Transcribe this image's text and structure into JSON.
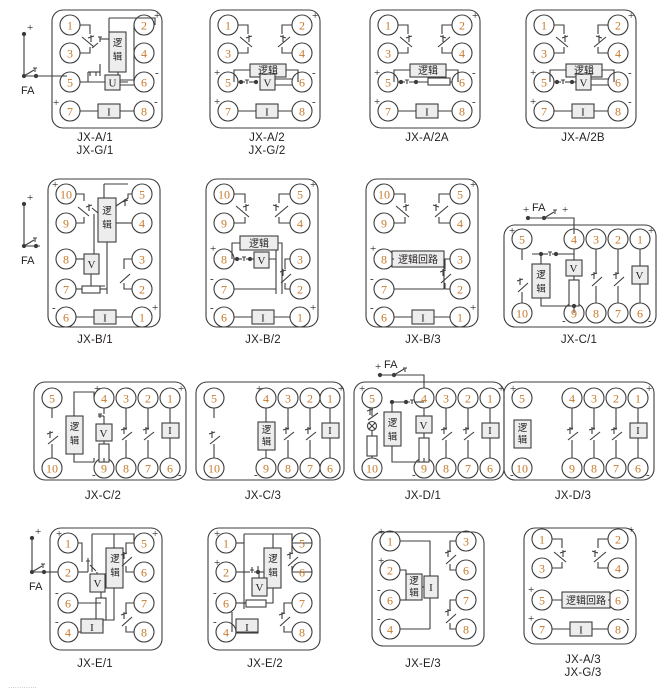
{
  "document": {
    "kind": "relay-terminal-wiring-diagram-sheet",
    "figure_count": 16,
    "colors": {
      "line": "#3d3d3d",
      "terminal_number": "#c77a2b",
      "box_fill": "#ededed",
      "box_stroke": "#3d3d3d",
      "text": "#231f20",
      "background": "#ffffff"
    },
    "footnote": "............."
  },
  "labels": {
    "logic": "逻辑",
    "logic_circuit": "逻辑回路",
    "voltmeter": "V",
    "ammeter": "I",
    "fuse": "FA",
    "plus": "+",
    "minus": "-"
  },
  "figures": [
    {
      "id": "fig-1",
      "caption": "JX-A/1\nJX-G/1",
      "caption_lines": [
        "JX-A/1",
        "JX-G/1"
      ],
      "terminals": [
        "1",
        "2",
        "3",
        "4",
        "5",
        "6",
        "7",
        "8"
      ],
      "blocks": [
        "逻辑",
        "U",
        "I"
      ],
      "external": [
        "FA"
      ],
      "polarity": {
        "2": "+",
        "6": "-",
        "7": "+",
        "8": "-"
      }
    },
    {
      "id": "fig-2",
      "caption": "JX-A/2\nJX-G/2",
      "caption_lines": [
        "JX-A/2",
        "JX-G/2"
      ],
      "terminals": [
        "1",
        "2",
        "3",
        "4",
        "5",
        "6",
        "7",
        "8"
      ],
      "blocks": [
        "逻辑",
        "V",
        "I"
      ],
      "external": [],
      "polarity": {
        "2": "+",
        "5": "+",
        "6": "-",
        "7": "+",
        "8": "-"
      }
    },
    {
      "id": "fig-3",
      "caption": "JX-A/2A",
      "caption_lines": [
        "JX-A/2A"
      ],
      "terminals": [
        "1",
        "2",
        "3",
        "4",
        "5",
        "6",
        "7",
        "8"
      ],
      "blocks": [
        "逻辑",
        "I"
      ],
      "external": [],
      "polarity": {
        "2": "+",
        "5": "+",
        "6": "-",
        "7": "+",
        "8": "-"
      }
    },
    {
      "id": "fig-4",
      "caption": "JX-A/2B",
      "caption_lines": [
        "JX-A/2B"
      ],
      "terminals": [
        "1",
        "2",
        "3",
        "4",
        "5",
        "6",
        "7",
        "8"
      ],
      "blocks": [
        "逻辑",
        "V",
        "I"
      ],
      "external": [],
      "polarity": {
        "2": "+",
        "5": "+",
        "6": "-",
        "7": "+",
        "8": "-"
      }
    },
    {
      "id": "fig-5",
      "caption": "JX-B/1",
      "caption_lines": [
        "JX-B/1"
      ],
      "terminals": [
        "10",
        "9",
        "8",
        "7",
        "6",
        "5",
        "4",
        "3",
        "2",
        "1"
      ],
      "blocks": [
        "逻辑",
        "V",
        "I"
      ],
      "external": [
        "FA"
      ],
      "polarity": {
        "10": "+",
        "6": "-",
        "1": "+"
      }
    },
    {
      "id": "fig-6",
      "caption": "JX-B/2",
      "caption_lines": [
        "JX-B/2"
      ],
      "terminals": [
        "10",
        "9",
        "8",
        "7",
        "6",
        "5",
        "4",
        "3",
        "2",
        "1"
      ],
      "blocks": [
        "逻辑",
        "V",
        "I"
      ],
      "external": [],
      "polarity": {
        "5": "+",
        "8": "+",
        "7": "-",
        "6": "-",
        "1": "+"
      }
    },
    {
      "id": "fig-7",
      "caption": "JX-B/3",
      "caption_lines": [
        "JX-B/3"
      ],
      "terminals": [
        "10",
        "9",
        "8",
        "7",
        "6",
        "5",
        "4",
        "3",
        "2",
        "1"
      ],
      "blocks": [
        "逻辑回路",
        "I"
      ],
      "external": [],
      "polarity": {
        "5": "+",
        "8": "+",
        "7": "-",
        "6": "-",
        "1": "+"
      }
    },
    {
      "id": "fig-8",
      "caption": "JX-C/1",
      "caption_lines": [
        "JX-C/1"
      ],
      "terminals": [
        "5",
        "4",
        "3",
        "2",
        "1",
        "10",
        "9",
        "8",
        "7",
        "6"
      ],
      "blocks": [
        "逻辑",
        "V",
        "V"
      ],
      "external": [
        "FA"
      ],
      "polarity": {
        "5": "+",
        "1": "+",
        "9": "-",
        "6": "-"
      }
    },
    {
      "id": "fig-9",
      "caption": "JX-C/2",
      "caption_lines": [
        "JX-C/2"
      ],
      "terminals": [
        "5",
        "4",
        "3",
        "2",
        "1",
        "10",
        "9",
        "8",
        "7",
        "6"
      ],
      "blocks": [
        "逻辑",
        "V",
        "I"
      ],
      "external": [],
      "polarity": {
        "4": "+",
        "1": "+",
        "9": "-",
        "6": "-"
      }
    },
    {
      "id": "fig-10",
      "caption": "JX-C/3",
      "caption_lines": [
        "JX-C/3"
      ],
      "terminals": [
        "5",
        "4",
        "3",
        "2",
        "1",
        "10",
        "9",
        "8",
        "7",
        "6"
      ],
      "blocks": [
        "逻辑",
        "I"
      ],
      "external": [],
      "polarity": {
        "4": "+",
        "1": "+",
        "9": "-"
      }
    },
    {
      "id": "fig-11",
      "caption": "JX-D/1",
      "caption_lines": [
        "JX-D/1"
      ],
      "terminals": [
        "5",
        "4",
        "3",
        "2",
        "1",
        "10",
        "9",
        "8",
        "7",
        "6"
      ],
      "blocks": [
        "逻辑",
        "V",
        "I"
      ],
      "external": [
        "FA"
      ],
      "polarity": {
        "5": "+",
        "1": "+",
        "9": "-"
      }
    },
    {
      "id": "fig-12",
      "caption": "JX-D/3",
      "caption_lines": [
        "JX-D/3"
      ],
      "terminals": [
        "5",
        "4",
        "3",
        "2",
        "1",
        "10",
        "9",
        "8",
        "7",
        "6"
      ],
      "blocks": [
        "逻辑",
        "I"
      ],
      "external": [],
      "polarity": {
        "5": "+",
        "1": "+",
        "10": "-",
        "6": "-"
      }
    },
    {
      "id": "fig-13",
      "caption": "JX-E/1",
      "caption_lines": [
        "JX-E/1"
      ],
      "terminals": [
        "1",
        "2",
        "6",
        "4",
        "5",
        "6",
        "7",
        "8"
      ],
      "blocks": [
        "逻辑",
        "V",
        "I"
      ],
      "external": [
        "FA"
      ],
      "polarity": {
        "1": "+",
        "5": "+",
        "6": "-",
        "4": "-"
      }
    },
    {
      "id": "fig-14",
      "caption": "JX-E/2",
      "caption_lines": [
        "JX-E/2"
      ],
      "terminals": [
        "1",
        "2",
        "6",
        "4",
        "5",
        "6",
        "7",
        "8"
      ],
      "blocks": [
        "逻辑",
        "V",
        "I"
      ],
      "external": [],
      "polarity": {
        "1": "+",
        "2": "+",
        "6": "-",
        "4": "-"
      }
    },
    {
      "id": "fig-15",
      "caption": "JX-E/3",
      "caption_lines": [
        "JX-E/3"
      ],
      "terminals": [
        "1",
        "2",
        "6",
        "4",
        "3",
        "6",
        "7",
        "8"
      ],
      "blocks": [
        "逻辑",
        "I"
      ],
      "external": [],
      "polarity": {
        "1": "+",
        "2": "+",
        "6": "-",
        "4": "-"
      }
    },
    {
      "id": "fig-16",
      "caption": "JX-A/3\nJX-G/3",
      "caption_lines": [
        "JX-A/3",
        "JX-G/3"
      ],
      "terminals": [
        "1",
        "2",
        "3",
        "4",
        "5",
        "6",
        "7",
        "8"
      ],
      "blocks": [
        "逻辑回路",
        "I"
      ],
      "external": [],
      "polarity": {
        "2": "+",
        "5": "+",
        "6": "-",
        "7": "+",
        "8": "-"
      }
    }
  ]
}
